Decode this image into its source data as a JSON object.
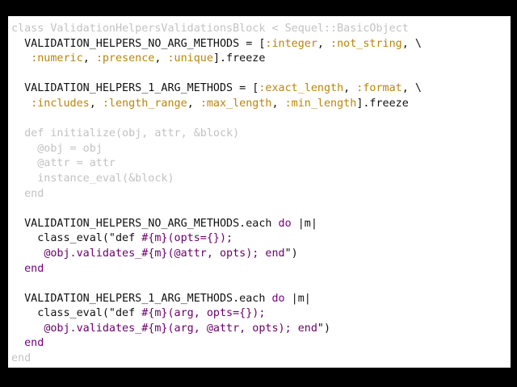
{
  "code": {
    "lines": [
      {
        "tokens": [
          {
            "t": "class ValidationHelpersValidationsBlock < Sequel::BasicObject",
            "c": "faded"
          }
        ]
      },
      {
        "tokens": [
          {
            "t": "  VALIDATION_HELPERS_NO_ARG_METHODS = [",
            "c": "plain"
          },
          {
            "t": ":integer",
            "c": "sym"
          },
          {
            "t": ", ",
            "c": "plain"
          },
          {
            "t": ":not_string",
            "c": "sym"
          },
          {
            "t": ", \\",
            "c": "plain"
          }
        ]
      },
      {
        "tokens": [
          {
            "t": "   ",
            "c": "plain"
          },
          {
            "t": ":numeric",
            "c": "sym"
          },
          {
            "t": ", ",
            "c": "plain"
          },
          {
            "t": ":presence",
            "c": "sym"
          },
          {
            "t": ", ",
            "c": "plain"
          },
          {
            "t": ":unique",
            "c": "sym"
          },
          {
            "t": "].freeze",
            "c": "plain"
          }
        ]
      },
      {
        "tokens": []
      },
      {
        "tokens": [
          {
            "t": "  VALIDATION_HELPERS_1_ARG_METHODS = [",
            "c": "plain"
          },
          {
            "t": ":exact_length",
            "c": "sym"
          },
          {
            "t": ", ",
            "c": "plain"
          },
          {
            "t": ":format",
            "c": "sym"
          },
          {
            "t": ", \\",
            "c": "plain"
          }
        ]
      },
      {
        "tokens": [
          {
            "t": "   ",
            "c": "plain"
          },
          {
            "t": ":includes",
            "c": "sym"
          },
          {
            "t": ", ",
            "c": "plain"
          },
          {
            "t": ":length_range",
            "c": "sym"
          },
          {
            "t": ", ",
            "c": "plain"
          },
          {
            "t": ":max_length",
            "c": "sym"
          },
          {
            "t": ", ",
            "c": "plain"
          },
          {
            "t": ":min_length",
            "c": "sym"
          },
          {
            "t": "].freeze",
            "c": "plain"
          }
        ]
      },
      {
        "tokens": []
      },
      {
        "tokens": [
          {
            "t": "  def initialize(obj, attr, &block)",
            "c": "faded"
          }
        ]
      },
      {
        "tokens": [
          {
            "t": "    @obj = obj",
            "c": "faded"
          }
        ]
      },
      {
        "tokens": [
          {
            "t": "    @attr = attr",
            "c": "faded"
          }
        ]
      },
      {
        "tokens": [
          {
            "t": "    instance_eval(&block)",
            "c": "faded"
          }
        ]
      },
      {
        "tokens": [
          {
            "t": "  end",
            "c": "faded"
          }
        ]
      },
      {
        "tokens": []
      },
      {
        "tokens": [
          {
            "t": "  VALIDATION_HELPERS_NO_ARG_METHODS.each ",
            "c": "plain"
          },
          {
            "t": "do",
            "c": "kw"
          },
          {
            "t": " |m|",
            "c": "plain"
          }
        ]
      },
      {
        "tokens": [
          {
            "t": "    class_eval(\"def ",
            "c": "plain"
          },
          {
            "t": "#{m}(opts={});",
            "c": "str"
          }
        ]
      },
      {
        "tokens": [
          {
            "t": "     ",
            "c": "plain"
          },
          {
            "t": "@obj.validates_#{m}(@attr, opts); end",
            "c": "str"
          },
          {
            "t": "\")",
            "c": "plain"
          }
        ]
      },
      {
        "tokens": [
          {
            "t": "  ",
            "c": "plain"
          },
          {
            "t": "end",
            "c": "kw"
          }
        ]
      },
      {
        "tokens": []
      },
      {
        "tokens": [
          {
            "t": "  VALIDATION_HELPERS_1_ARG_METHODS.each ",
            "c": "plain"
          },
          {
            "t": "do",
            "c": "kw"
          },
          {
            "t": " |m|",
            "c": "plain"
          }
        ]
      },
      {
        "tokens": [
          {
            "t": "    class_eval(\"def ",
            "c": "plain"
          },
          {
            "t": "#{m}(arg, opts={});",
            "c": "str"
          }
        ]
      },
      {
        "tokens": [
          {
            "t": "     ",
            "c": "plain"
          },
          {
            "t": "@obj.validates_#{m}(arg, @attr, opts); end",
            "c": "str"
          },
          {
            "t": "\")",
            "c": "plain"
          }
        ]
      },
      {
        "tokens": [
          {
            "t": "  ",
            "c": "plain"
          },
          {
            "t": "end",
            "c": "kw"
          }
        ]
      },
      {
        "tokens": [
          {
            "t": "end",
            "c": "faded"
          }
        ]
      }
    ]
  },
  "colors": {
    "background": "#000000",
    "slide": "#ffffff",
    "text": "#111111",
    "faded": "#c2c2c2",
    "symbol": "#b8860b",
    "keyword": "#7a0080",
    "string": "#6a006a"
  }
}
